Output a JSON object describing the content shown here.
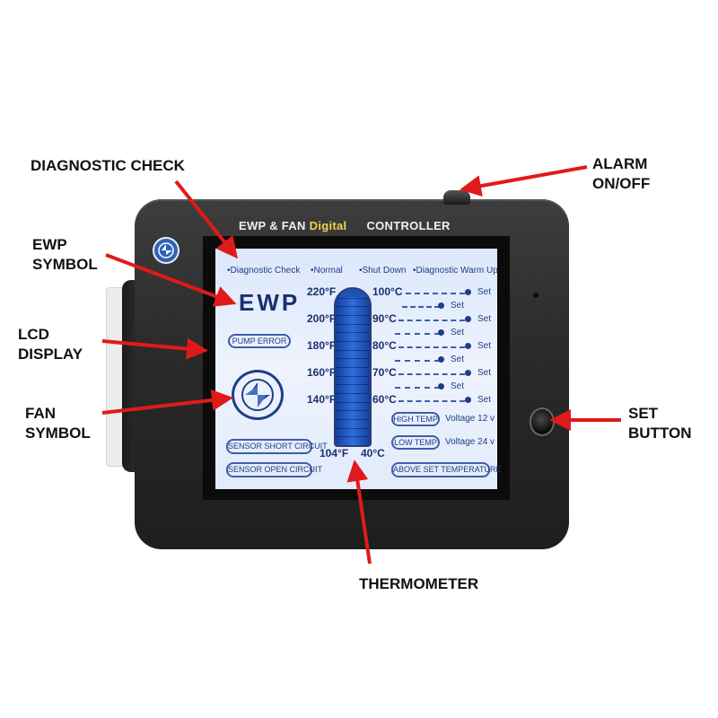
{
  "callouts": {
    "diagnostic_check": "DIAGNOSTIC  CHECK",
    "alarm": [
      "ALARM",
      "ON/OFF"
    ],
    "ewp_symbol": [
      "EWP",
      "SYMBOL"
    ],
    "lcd_display": [
      "LCD",
      "DISPLAY"
    ],
    "fan_symbol": [
      "FAN",
      "SYMBOL"
    ],
    "set_button": [
      "SET",
      "BUTTON"
    ],
    "thermometer": "THERMOMETER"
  },
  "device": {
    "title_prefix": "EWP & FAN",
    "title_digital": "Digital",
    "title_suffix": "CONTROLLER",
    "accent_yellow": "#f3d34a",
    "body_color": "#2a2a2a"
  },
  "lcd": {
    "status": {
      "diagnostic": "•Diagnostic Check",
      "normal": "•Normal",
      "shutdown": "•Shut  Down",
      "warmup": "•Diagnostic Warm Up"
    },
    "ewp_label": "EWP",
    "pump_error": "PUMP  ERROR",
    "sensor_short": "SENSOR SHORT CIRCUIT",
    "sensor_open": "SENSOR  OPEN CIRCUIT",
    "fahrenheit_scale": [
      "220°F",
      "200°F",
      "180°F",
      "160°F",
      "140°F"
    ],
    "bottom_f": "104°F",
    "bottom_c": "40°C",
    "celsius_rows": [
      {
        "temp": "100°C",
        "set": "Set",
        "set2": "Set"
      },
      {
        "temp": "90°C",
        "set": "Set",
        "set2": "Set"
      },
      {
        "temp": "80°C",
        "set": "Set",
        "set2": "Set"
      },
      {
        "temp": "70°C",
        "set": "Set",
        "set2": "Set"
      },
      {
        "temp": "60°C",
        "set": "Set",
        "set2": ""
      }
    ],
    "high_temp": "HIGH TEMP",
    "low_temp": "LOW  TEMP",
    "voltage_12": "Voltage  12 v",
    "voltage_24": "Voltage  24 v",
    "above_set": "ABOVE SET TEMPERATURE",
    "thermometer_level": 0.95,
    "lcd_color": "#1f3e86"
  },
  "arrow_color": "#e01a1a"
}
